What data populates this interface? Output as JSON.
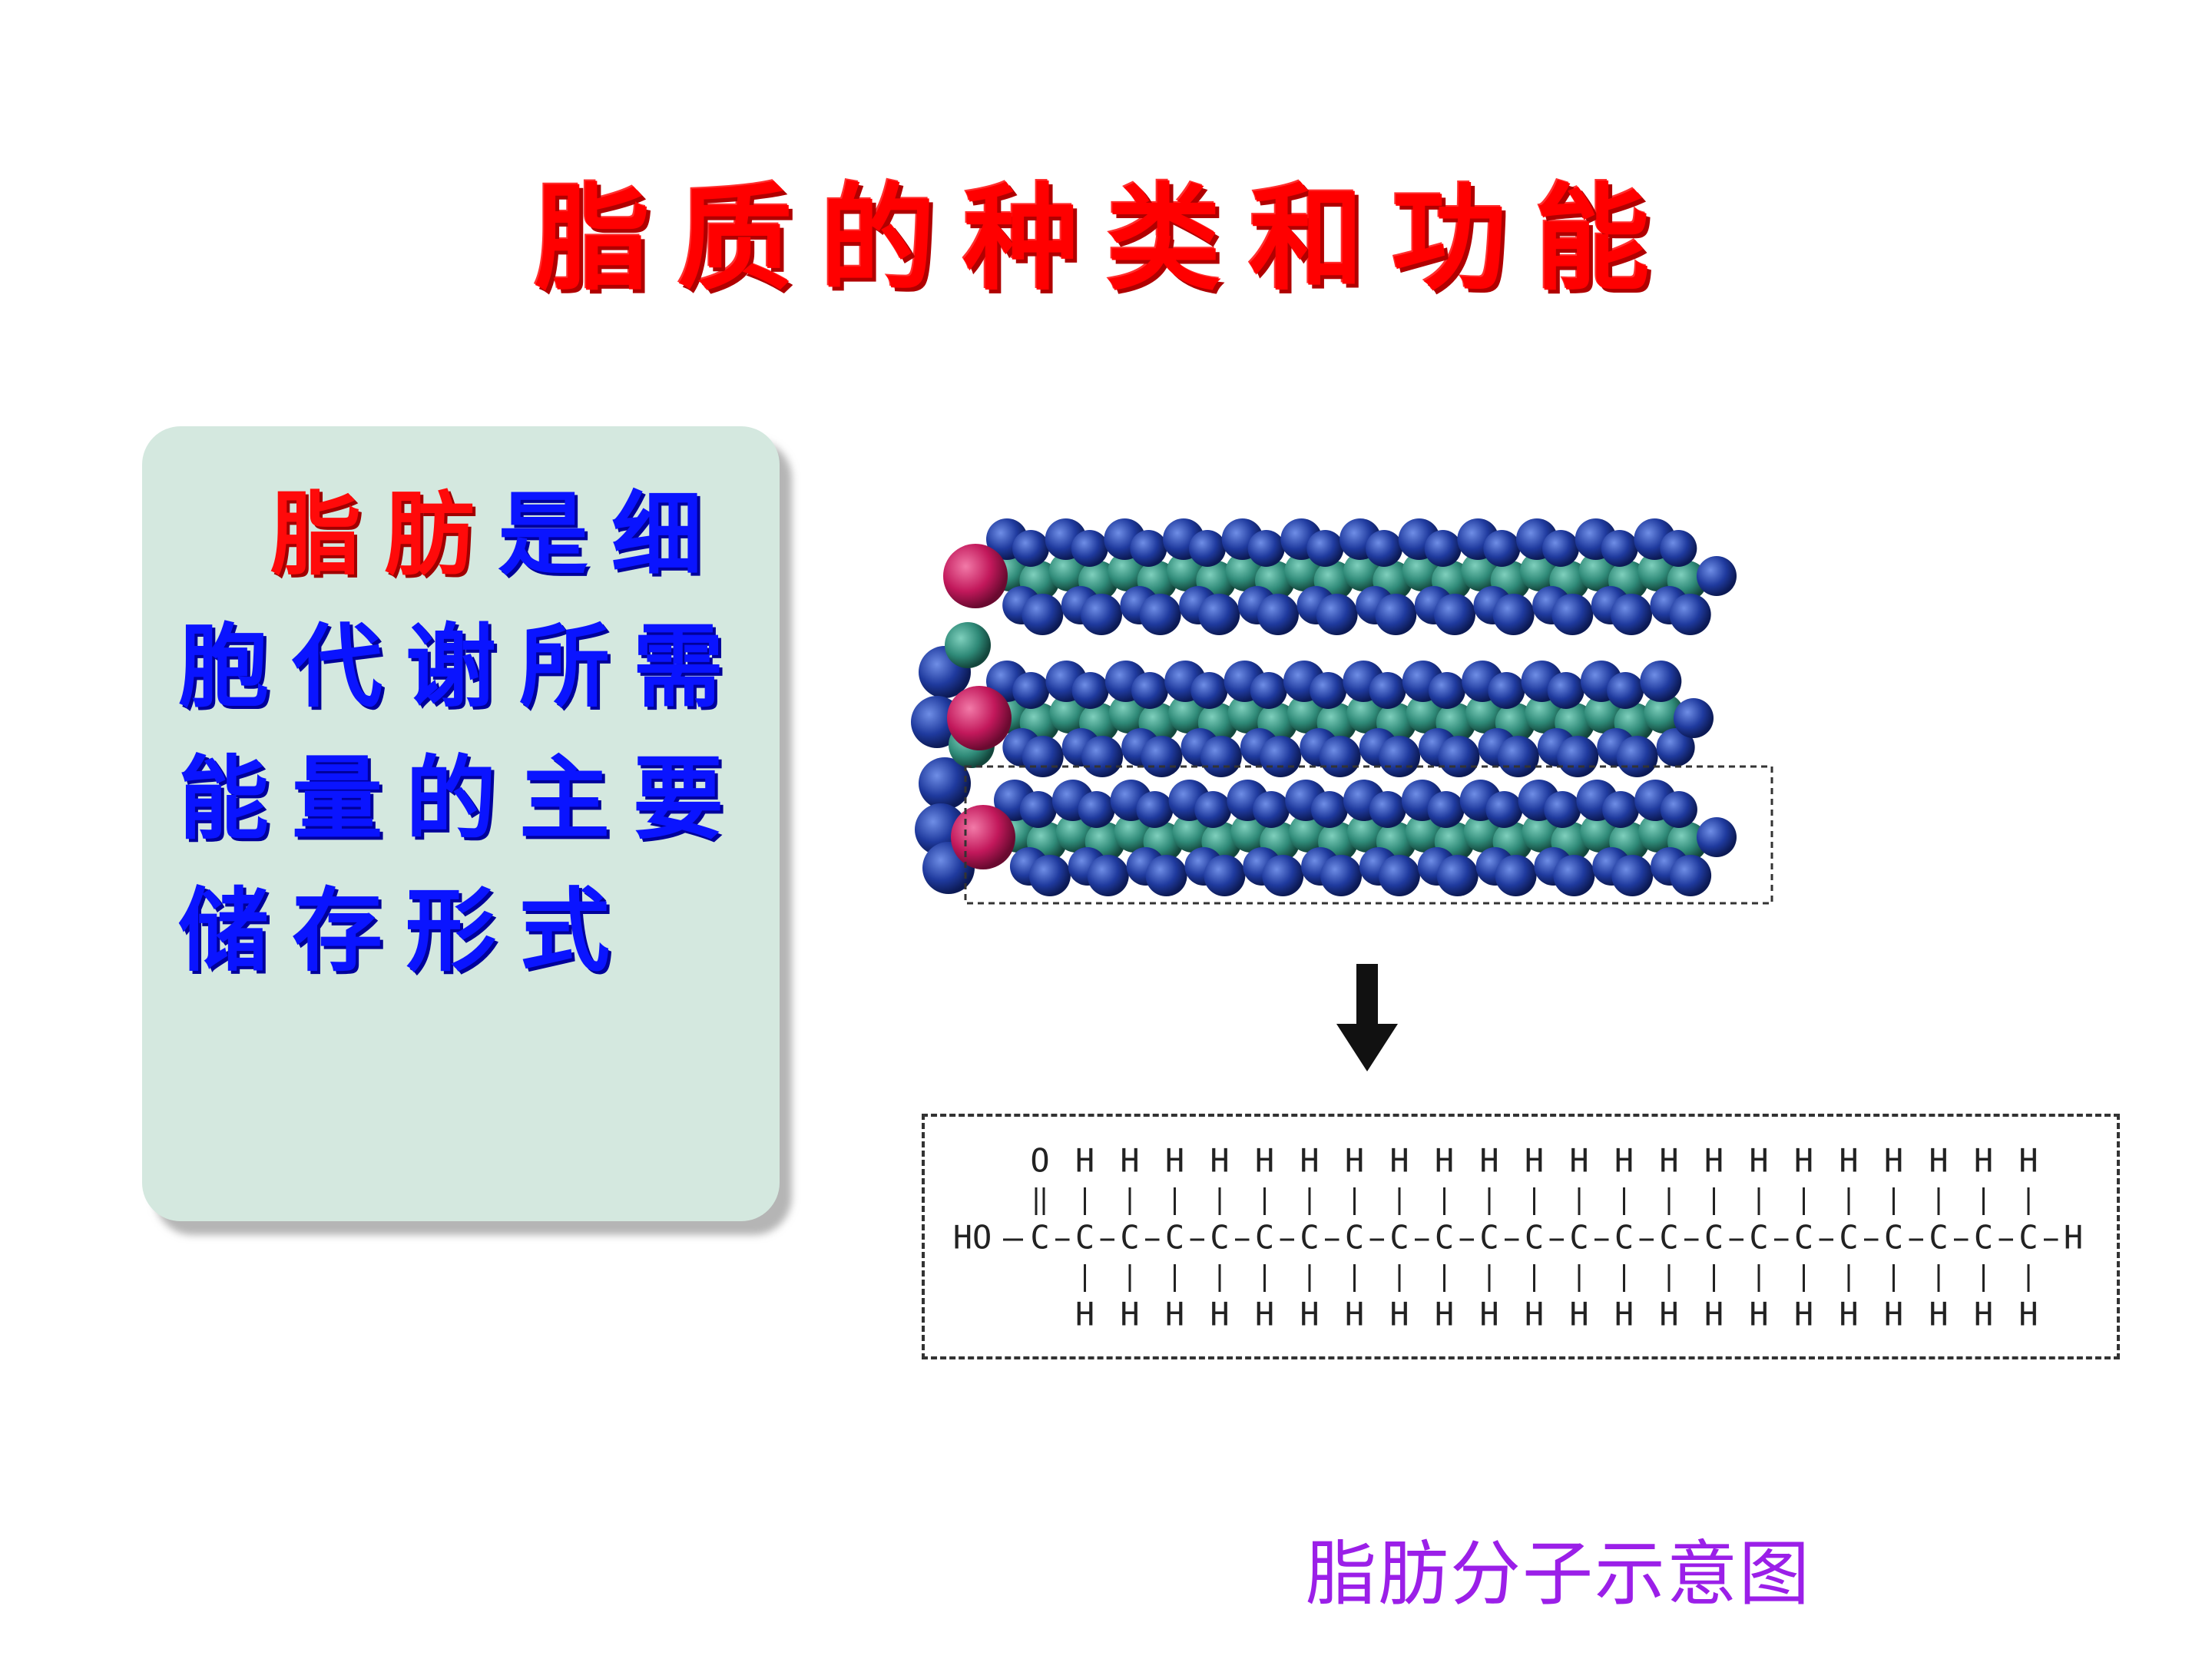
{
  "slide": {
    "title": "脂质的种类和功能",
    "highlight_text": "脂肪",
    "body_text": "是细胞代谢所需能量的主要储存形式",
    "caption": "脂肪分子示意图"
  },
  "formula": {
    "top_row": [
      "O",
      "H",
      "H",
      "H",
      "H",
      "H",
      "H",
      "H",
      "H",
      "H",
      "H",
      "H",
      "H",
      "H",
      "H",
      "H",
      "H",
      "H",
      "H",
      "H",
      "H",
      "H",
      "H"
    ],
    "left_group": "HO",
    "right_end": "H",
    "carbon": "C",
    "bottom_h": "H"
  },
  "colors": {
    "title": "#ff0000",
    "body": "#0a14ff",
    "highlight": "#ff0a0a",
    "caption": "#9b1fe8",
    "box": "#d4e8df",
    "hydrogen_atom": "#1f3a9e",
    "carbon_atom": "#2f8a78",
    "oxygen_atom": "#c2185b"
  }
}
